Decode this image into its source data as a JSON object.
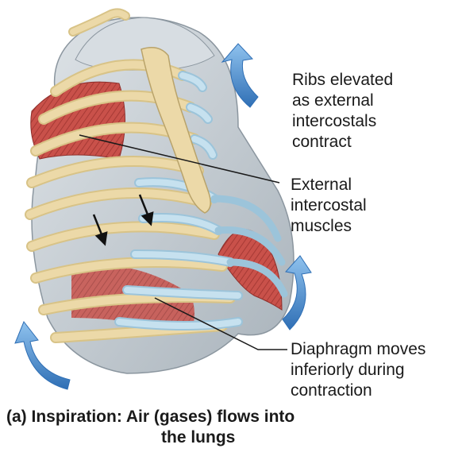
{
  "labels": {
    "ribs": [
      "Ribs elevated",
      "as external",
      "intercostals",
      "contract"
    ],
    "muscles": [
      "External",
      "intercostal",
      "muscles"
    ],
    "diaphragm": [
      "Diaphragm moves",
      "inferiorly during",
      "contraction"
    ]
  },
  "caption": {
    "line1": "(a) Inspiration: Air (gases) flows into",
    "line2": "the lungs"
  },
  "colors": {
    "bone": "#ecd9a8",
    "cartilage": "#b9d8e8",
    "muscle": "#c9514a",
    "lung": "#c4ccd3",
    "arrow": "#5b9bd5"
  }
}
